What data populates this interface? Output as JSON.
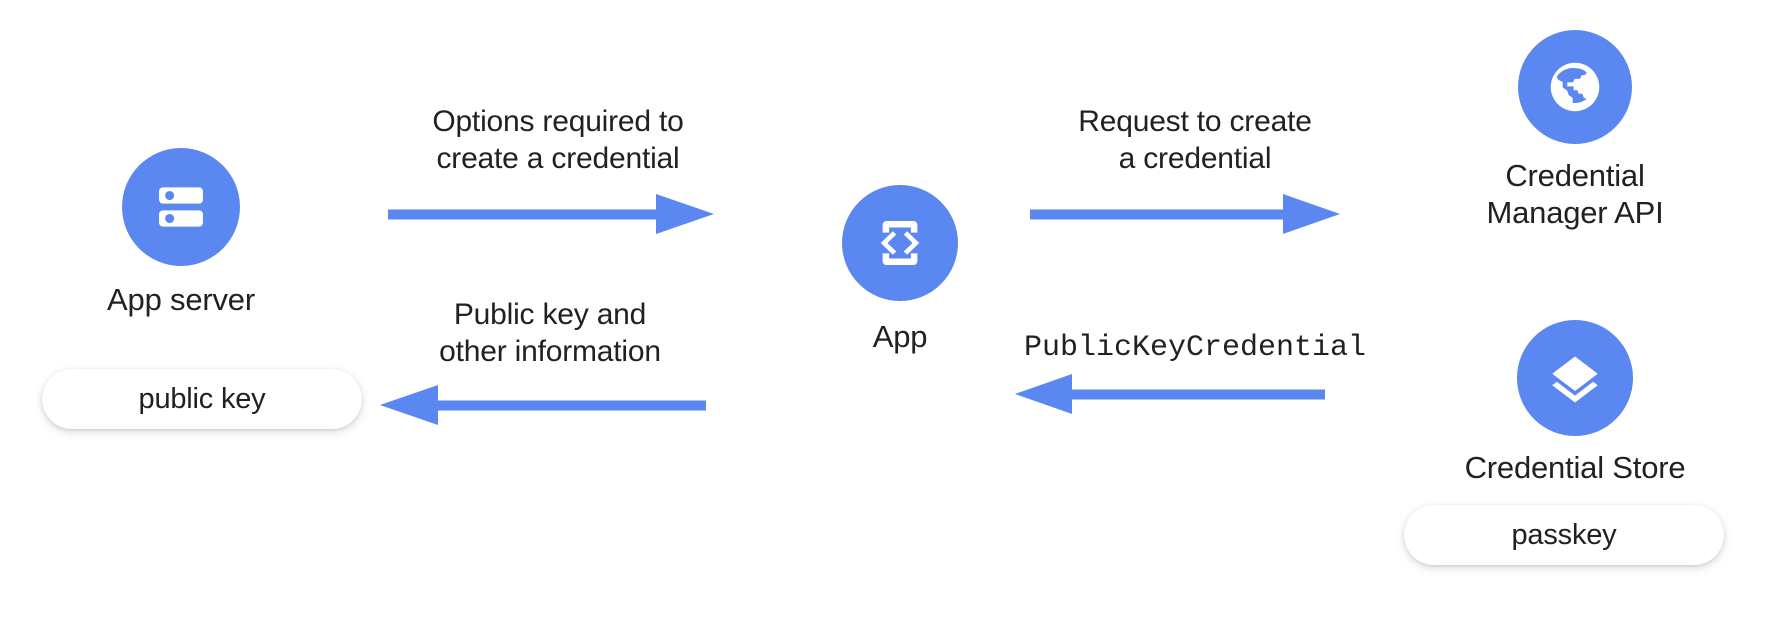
{
  "theme": {
    "accent_blue": "#5b87f0",
    "text_color": "#202124",
    "background": "#ffffff",
    "pill_background": "#ffffff"
  },
  "nodes": {
    "app_server": {
      "label": "App server",
      "icon": "server-icon",
      "pill": {
        "label": "public key"
      }
    },
    "app": {
      "label": "App",
      "icon": "app-code-icon"
    },
    "credential_manager_api": {
      "label": "Credential\nManager API",
      "icon": "globe-icon"
    },
    "credential_store": {
      "label": "Credential Store",
      "icon": "layers-icon",
      "pill": {
        "label": "passkey"
      }
    }
  },
  "arrows": [
    {
      "id": "options-required",
      "caption": "Options required to\ncreate a credential",
      "direction": "right",
      "from": "app-server",
      "to": "app",
      "mono": false
    },
    {
      "id": "public-key-and-other-information",
      "caption": "Public key and\nother information",
      "direction": "left",
      "from": "app",
      "to": "app-server",
      "mono": false
    },
    {
      "id": "request-to-create",
      "caption": "Request to create\na credential",
      "direction": "right",
      "from": "app",
      "to": "credential-manager-api",
      "mono": false
    },
    {
      "id": "public-key-credential",
      "caption": "PublicKeyCredential",
      "direction": "left",
      "from": "credential-store",
      "to": "app",
      "mono": true
    }
  ]
}
